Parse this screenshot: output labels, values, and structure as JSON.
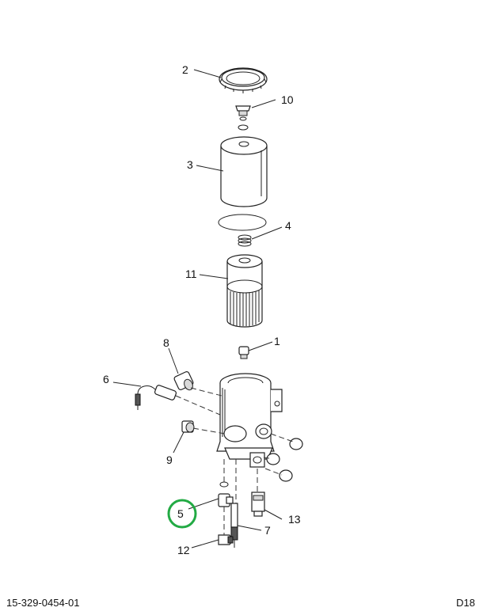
{
  "diagram": {
    "callouts": [
      {
        "id": "2",
        "label": "2"
      },
      {
        "id": "10",
        "label": "10"
      },
      {
        "id": "3",
        "label": "3"
      },
      {
        "id": "4",
        "label": "4"
      },
      {
        "id": "11",
        "label": "11"
      },
      {
        "id": "1",
        "label": "1"
      },
      {
        "id": "8",
        "label": "8"
      },
      {
        "id": "6",
        "label": "6"
      },
      {
        "id": "9",
        "label": "9"
      },
      {
        "id": "5",
        "label": "5"
      },
      {
        "id": "7",
        "label": "7"
      },
      {
        "id": "13",
        "label": "13"
      },
      {
        "id": "12",
        "label": "12"
      }
    ],
    "highlighted_callout": "5",
    "highlight_color": "#22aa44"
  },
  "footer": {
    "document_number": "15-329-0454-01",
    "sheet_id": "D18"
  }
}
